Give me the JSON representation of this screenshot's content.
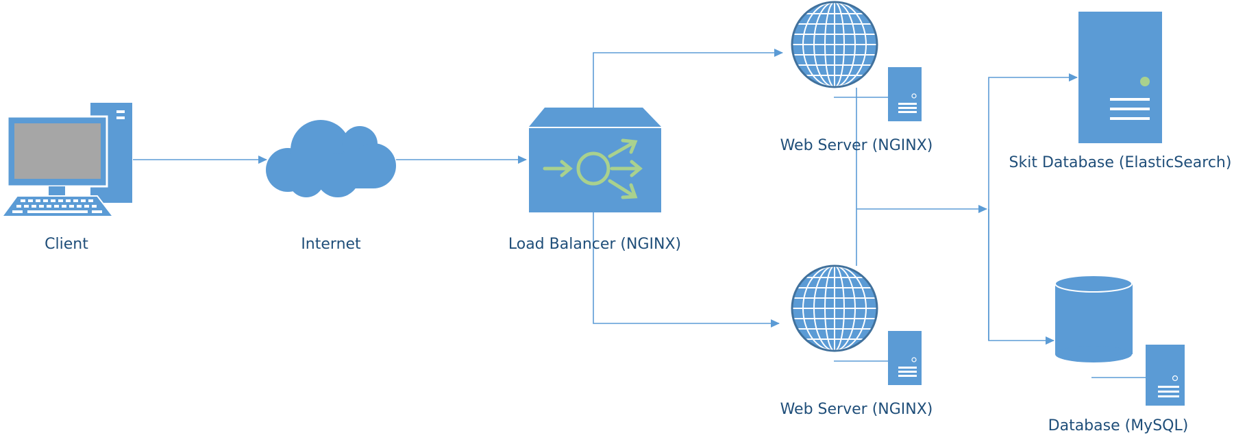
{
  "colors": {
    "icon_fill": "#5b9bd5",
    "icon_dark": "#41719c",
    "line": "#5b9bd5",
    "accent_green": "#a9d18e",
    "label_text": "#1f4e79",
    "screen_fill": "#a6a6a6",
    "background": "#ffffff"
  },
  "nodes": {
    "client": {
      "label": "Client",
      "icon": "desktop-computer-icon"
    },
    "internet": {
      "label": "Internet",
      "icon": "cloud-icon"
    },
    "load_balancer": {
      "label": "Load Balancer (NGINX)",
      "icon": "load-balancer-icon"
    },
    "web_server_1": {
      "label": "Web Server (NGINX)",
      "icon": "web-server-icon"
    },
    "web_server_2": {
      "label": "Web Server (NGINX)",
      "icon": "web-server-icon"
    },
    "skit_database": {
      "label": "Skit Database (ElasticSearch)",
      "icon": "server-tower-icon"
    },
    "database": {
      "label": "Database (MySQL)",
      "icon": "database-server-icon"
    }
  },
  "edges": [
    {
      "from": "client",
      "to": "internet"
    },
    {
      "from": "internet",
      "to": "load_balancer"
    },
    {
      "from": "load_balancer",
      "to": "web_server_1"
    },
    {
      "from": "load_balancer",
      "to": "web_server_2"
    },
    {
      "from": "web_servers",
      "to": "junction"
    },
    {
      "from": "junction",
      "to": "skit_database"
    },
    {
      "from": "junction",
      "to": "database"
    }
  ]
}
